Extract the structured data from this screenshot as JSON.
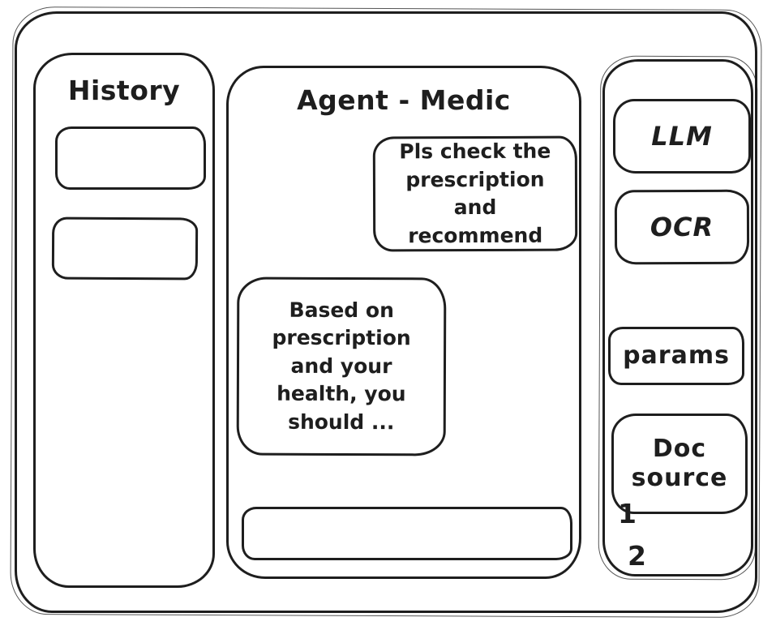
{
  "history_panel": {
    "title": "History",
    "items": [
      {
        "label": ""
      },
      {
        "label": ""
      }
    ]
  },
  "chat_panel": {
    "title": "Agent - Medic",
    "messages": [
      {
        "role": "user",
        "text": "Pls check the prescription and recommend"
      },
      {
        "role": "assistant",
        "text": "Based on prescription and your health, you should ..."
      }
    ],
    "composer": {
      "value": "",
      "placeholder": ""
    }
  },
  "tools_panel": {
    "llm_button": "LLM",
    "ocr_button": "OCR",
    "params_button": "params",
    "doc_source_button": "Doc source",
    "doc_items": [
      {
        "label": "1"
      },
      {
        "label": "2"
      }
    ]
  },
  "colors": {
    "stroke": "#1e1e1e",
    "background": "#ffffff"
  }
}
